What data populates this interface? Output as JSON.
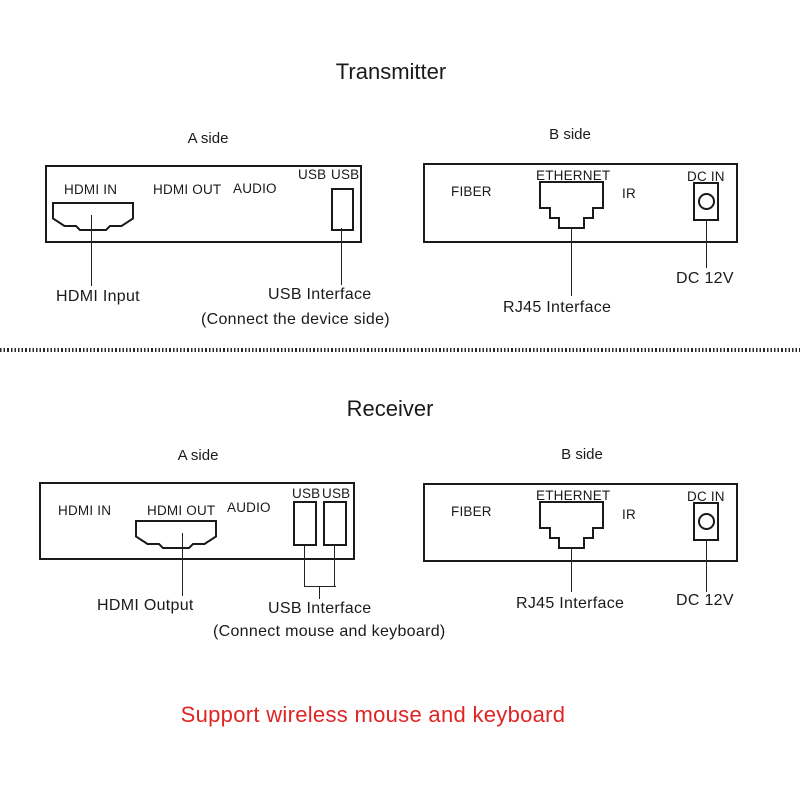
{
  "colors": {
    "ink": "#1a1a1a",
    "note_red": "#e02424"
  },
  "transmitter": {
    "title": "Transmitter",
    "a_side": {
      "label": "A side",
      "hdmi_in": "HDMI IN",
      "hdmi_out": "HDMI OUT",
      "audio": "AUDIO",
      "usb_left": "USB",
      "usb_right": "USB",
      "hdmi_annotation": "HDMI Input",
      "usb_annotation": "USB Interface",
      "usb_annotation_note": "(Connect the device side)"
    },
    "b_side": {
      "label": "B side",
      "fiber": "FIBER",
      "ethernet": "ETHERNET",
      "ir": "IR",
      "dc_in": "DC IN",
      "rj45_annotation": "RJ45 Interface",
      "dc_annotation": "DC 12V"
    }
  },
  "receiver": {
    "title": "Receiver",
    "a_side": {
      "label": "A side",
      "hdmi_in": "HDMI IN",
      "hdmi_out": "HDMI OUT",
      "audio": "AUDIO",
      "usb_left": "USB",
      "usb_right": "USB",
      "hdmi_annotation": "HDMI Output",
      "usb_annotation": "USB Interface",
      "usb_annotation_note": "(Connect mouse and keyboard)"
    },
    "b_side": {
      "label": "B side",
      "fiber": "FIBER",
      "ethernet": "ETHERNET",
      "ir": "IR",
      "dc_in": "DC IN",
      "rj45_annotation": "RJ45 Interface",
      "dc_annotation": "DC 12V"
    }
  },
  "footer_note": "Support wireless mouse and keyboard"
}
